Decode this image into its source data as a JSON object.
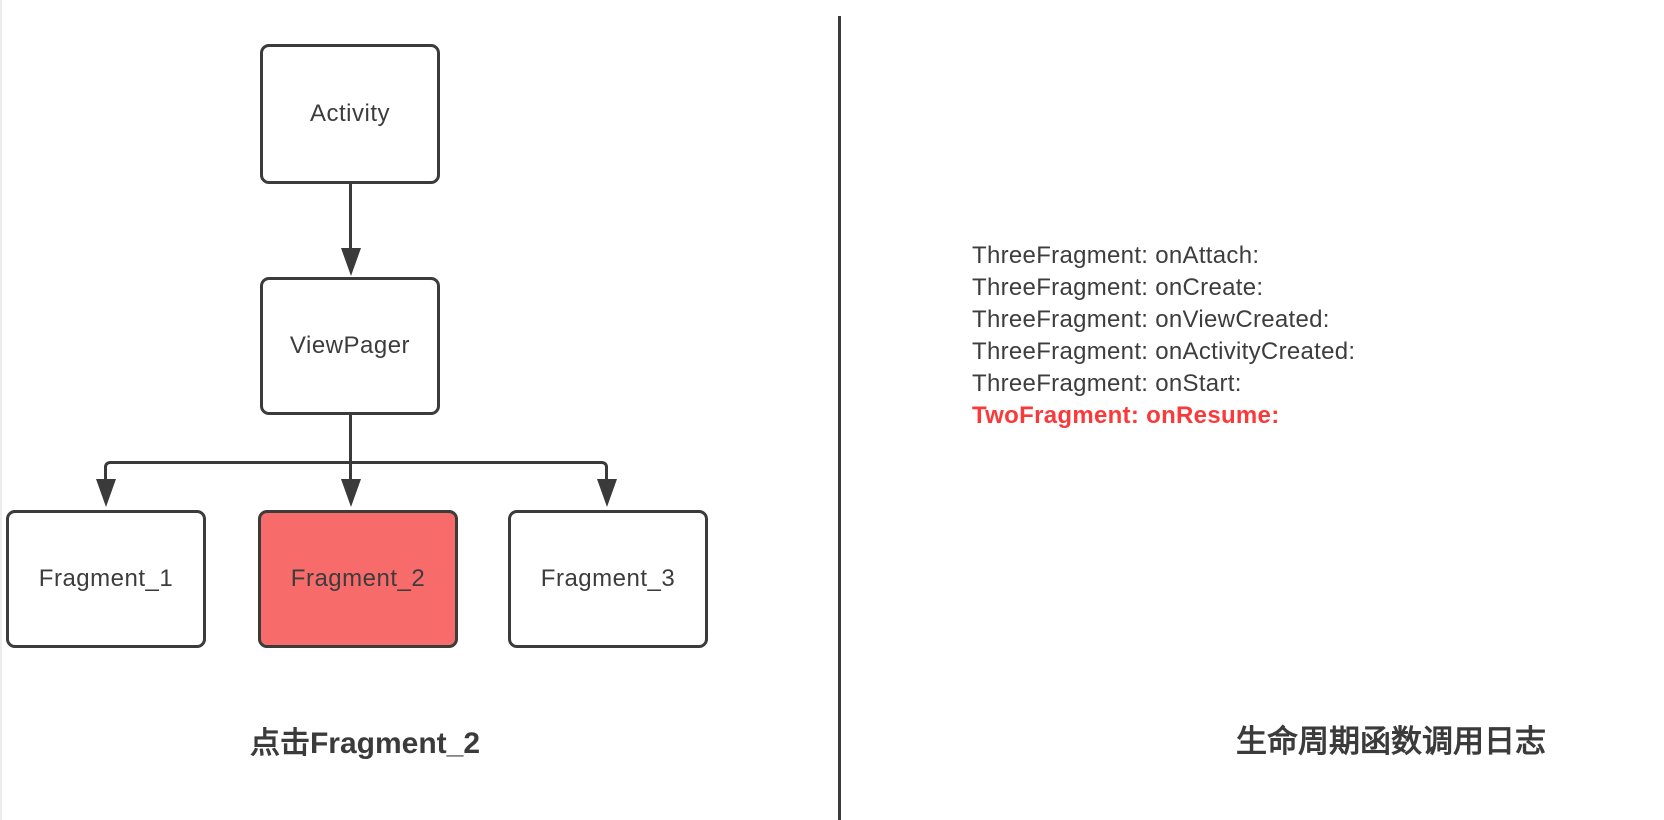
{
  "diagram": {
    "nodes": [
      {
        "id": "activity",
        "label": "Activity",
        "highlighted": false
      },
      {
        "id": "viewpager",
        "label": "ViewPager",
        "highlighted": false
      },
      {
        "id": "fragment_1",
        "label": "Fragment_1",
        "highlighted": false
      },
      {
        "id": "fragment_2",
        "label": "Fragment_2",
        "highlighted": true
      },
      {
        "id": "fragment_3",
        "label": "Fragment_3",
        "highlighted": false
      }
    ],
    "caption": "点击Fragment_2",
    "stroke_color": "#3a3a3a",
    "highlight_fill_color": "#f86b6b"
  },
  "log_panel": {
    "lines": [
      {
        "text": "ThreeFragment: onAttach:",
        "highlight": false
      },
      {
        "text": "ThreeFragment: onCreate:",
        "highlight": false
      },
      {
        "text": "ThreeFragment: onViewCreated:",
        "highlight": false
      },
      {
        "text": "ThreeFragment: onActivityCreated:",
        "highlight": false
      },
      {
        "text": "ThreeFragment: onStart:",
        "highlight": false
      },
      {
        "text": "TwoFragment: onResume:",
        "highlight": true
      }
    ],
    "highlight_text_color": "#fa3a3a",
    "caption": "生命周期函数调用日志"
  }
}
